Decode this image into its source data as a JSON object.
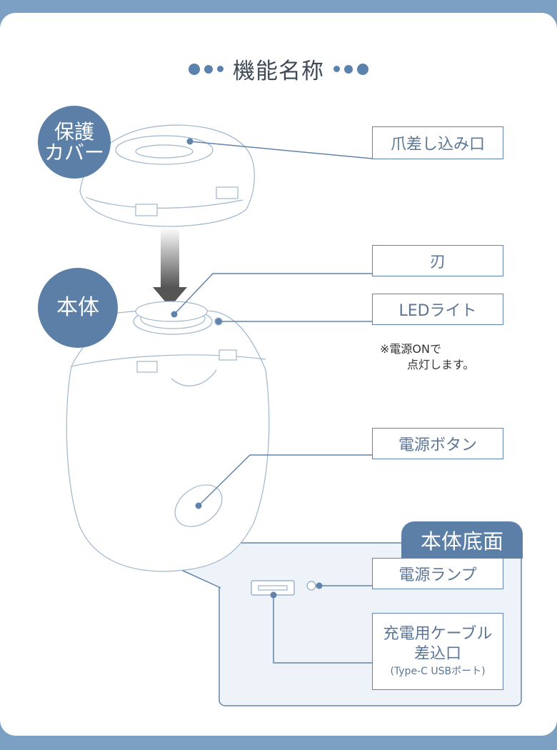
{
  "title": "機能名称",
  "badges": {
    "cover": "保護\nカバー",
    "body": "本体"
  },
  "labels": {
    "nail_slot": "爪差し込み口",
    "blade": "刃",
    "led": "LEDライト",
    "power_button": "電源ボタン",
    "power_lamp": "電源ランプ",
    "charge_line1": "充電用ケーブル",
    "charge_line2": "差込口",
    "charge_note": "(Type-C USBポート)"
  },
  "note": {
    "line1": "※電源ONで",
    "line2": "点灯します。"
  },
  "bottom_tab": "本体底面",
  "colors": {
    "frame": "#7ba0c4",
    "accent": "#5b7fa7",
    "panel": "#edf3f9",
    "line": "#5f83ab"
  }
}
